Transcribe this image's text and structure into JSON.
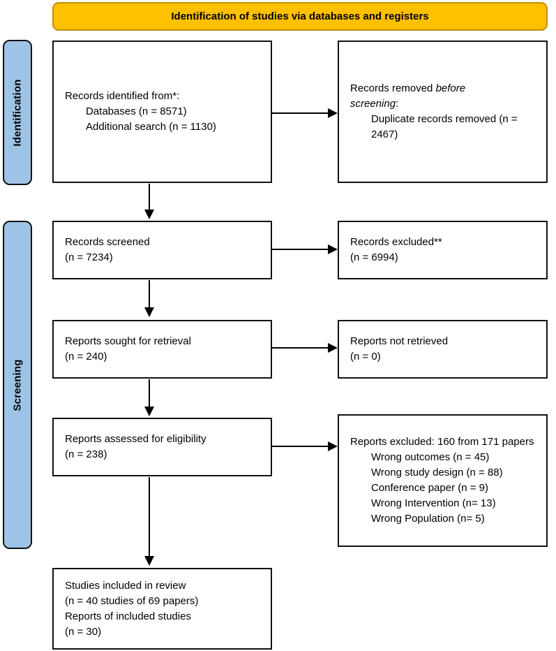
{
  "banner": {
    "label": "Identification of studies via databases and registers"
  },
  "sidebar": {
    "identification": "Identification",
    "screening": "Screening"
  },
  "colors": {
    "banner_bg": "#FFC000",
    "banner_border": "#BF9000",
    "stage_bg": "#9DC3E6",
    "box_border": "#111111",
    "arrow": "#000000"
  },
  "boxes": {
    "identified": {
      "line1": "Records identified from*:",
      "line2": "Databases (n = 8571)",
      "line3": "Additional search (n = 1130)"
    },
    "removed": {
      "pre": "Records removed ",
      "italic1": "before",
      "italic2": "screening",
      "post": ":",
      "detail": "Duplicate records removed (n = 2467)"
    },
    "screened": {
      "line1": "Records screened",
      "line2": "(n = 7234)"
    },
    "excluded": {
      "line1": "Records excluded**",
      "line2": "(n = 6994)"
    },
    "sought": {
      "line1": "Reports sought for retrieval",
      "line2": "(n = 240)"
    },
    "not_retrieved": {
      "line1": "Reports not retrieved",
      "line2": "(n = 0)"
    },
    "assessed": {
      "line1": "Reports assessed for eligibility",
      "line2": "(n = 238)"
    },
    "reports_excluded": {
      "header": "Reports excluded: 160 from 171 papers",
      "reasons": [
        "Wrong outcomes (n = 45)",
        "Wrong study design (n = 88)",
        "Conference paper (n = 9)",
        "Wrong Intervention (n= 13)",
        "Wrong Population (n= 5)"
      ]
    },
    "included": {
      "line1": "Studies included in review",
      "line2": "(n = 40 studies of 69 papers)",
      "line3": "Reports of included studies",
      "line4": "(n = 30)"
    }
  }
}
